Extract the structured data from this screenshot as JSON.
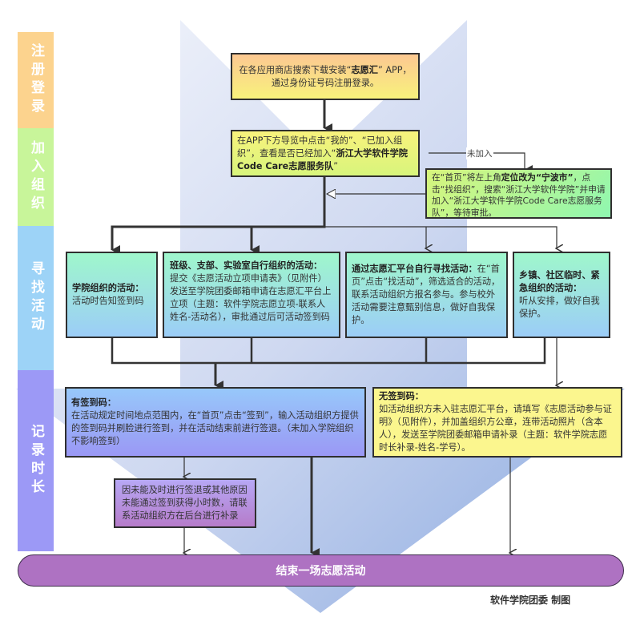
{
  "stages": [
    {
      "label": "注册登录",
      "color": "#fcd38e"
    },
    {
      "label": "加入组织",
      "color": "#c8f59a"
    },
    {
      "label": "寻找活动",
      "color": "#9dd3f7"
    },
    {
      "label": "记录时长",
      "color": "#9c99f6"
    }
  ],
  "boxes": {
    "register": {
      "pre": "在各应用商店搜索下载安装“",
      "bold": "志愿汇",
      "post": "” APP，通过身份证号码注册登录。"
    },
    "check_org": {
      "pre": "在APP下方导览中点击“我的”、“已加入组织”，查看是否已经加入“",
      "bold": "浙江大学软件学院Code  Care志愿服务队",
      "post": "”"
    },
    "join_org": {
      "pre": "在“首页”将左上角",
      "bold": "定位改为“宁波市”",
      "post": "，点击“找组织”，搜索“浙江大学软件学院”并申请加入“浙江大学软件学院Code Care志愿服务队”，等待审批。"
    },
    "college_activity": {
      "title": "学院组织的活动：",
      "body": "活动时告知签到码"
    },
    "self_org_activity": {
      "title": "班级、支部、实验室自行组织的活动：",
      "body": "提交《志愿活动立项申请表》（见附件）发送至学院团委邮箱申请在志愿汇平台上立项（主题：软件学院志愿立项-联系人姓名-活动名），审批通过后可活动签到码"
    },
    "platform_activity": {
      "title": "通过志愿汇平台自行寻找活动：",
      "body": "在“首页”点击“找活动”，筛选适合的活动，联系活动组织方报名参与。参与校外活动需要注意甄别信息，做好自我保护。"
    },
    "town_activity": {
      "title": "乡镇、社区临时、紧急组织的活动：",
      "body": "听从安排，做好自我保护。"
    },
    "with_code": {
      "title": "有签到码：",
      "body": "在活动规定时间地点范围内，在“首页”点击“签到”，输入活动组织方提供的签到码并刷脸进行签到，并在活动结束前进行签退。（未加入学院组织不影响签到）"
    },
    "no_code": {
      "title": "无签到码：",
      "body": "如活动组织方未入驻志愿汇平台，请填写《志愿活动参与证明》（见附件），并加盖组织方公章，连带活动照片（含本人），发送至学院团委邮箱申请补录（主题：软件学院志愿时长补录-姓名-学号）。"
    },
    "supplement": {
      "body": "因未能及时进行签退或其他原因未能通过签到获得小时数，请联系活动组织方在后台进行补录"
    }
  },
  "edge_labels": {
    "not_joined": "未加入"
  },
  "end": {
    "label": "结束一场志愿活动"
  },
  "credit": "软件学院团委  制图"
}
